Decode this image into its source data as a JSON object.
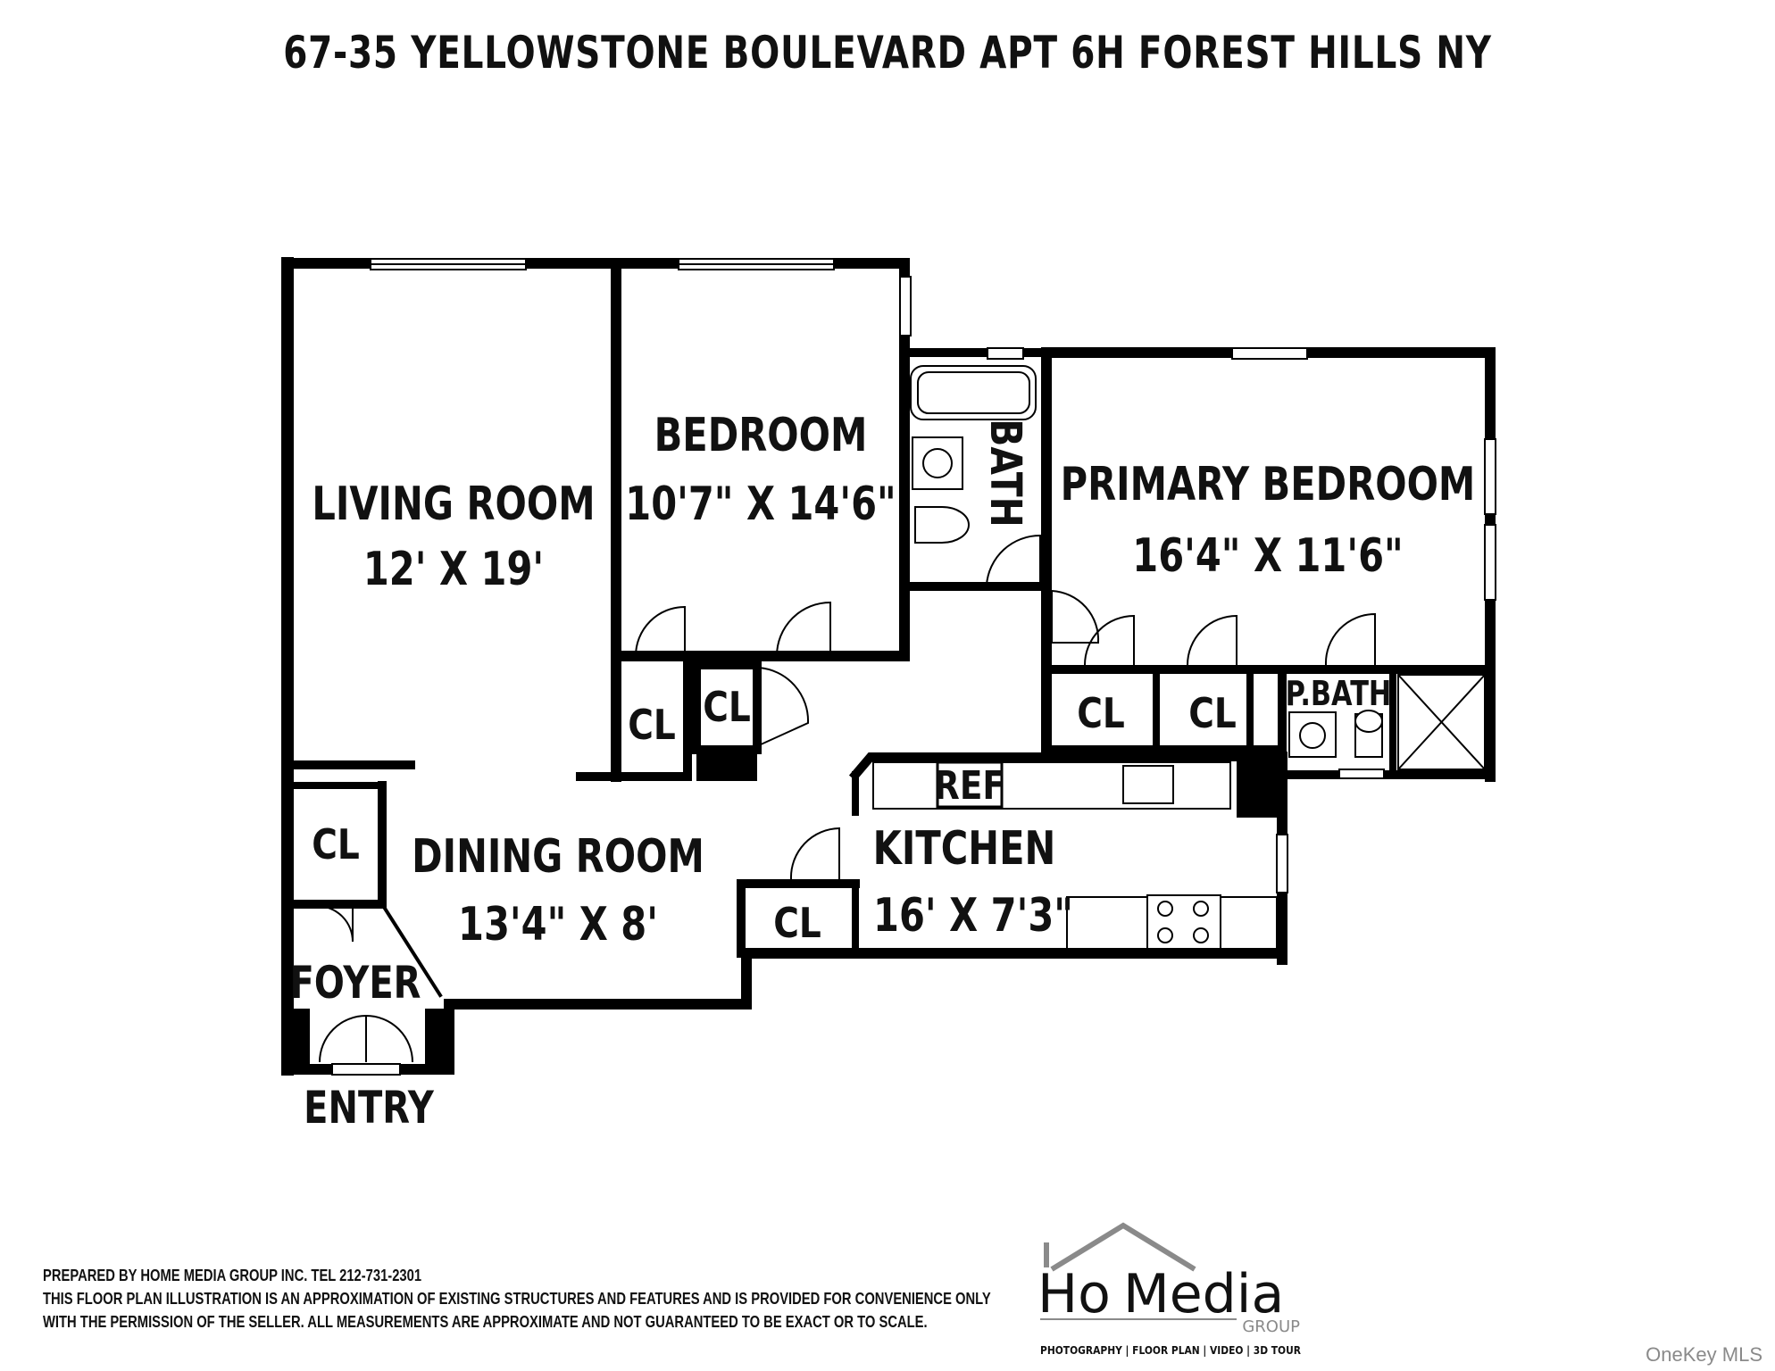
{
  "title": "67-35 YELLOWSTONE BOULEVARD APT 6H FOREST HILLS NY",
  "rooms": {
    "living_room": {
      "name": "LIVING ROOM",
      "dims": "12' X 19'"
    },
    "bedroom": {
      "name": "BEDROOM",
      "dims": "10'7\" X 14'6\""
    },
    "bath": {
      "name": "BATH"
    },
    "primary_bedroom": {
      "name": "PRIMARY BEDROOM",
      "dims": "16'4\" X 11'6\""
    },
    "dining_room": {
      "name": "DINING ROOM",
      "dims": "13'4\" X 8'"
    },
    "kitchen": {
      "name": "KITCHEN",
      "dims": "16' X 7'3\""
    },
    "foyer": {
      "name": "FOYER"
    },
    "entry": {
      "name": "ENTRY"
    },
    "p_bath": {
      "name": "P.BATH"
    },
    "refrigerator": {
      "name": "REF"
    },
    "closet_label": "CL"
  },
  "footer": {
    "line1": "PREPARED BY  HOME MEDIA GROUP INC.  TEL 212-731-2301",
    "line2": "THIS FLOOR PLAN ILLUSTRATION IS AN APPROXIMATION OF EXISTING STRUCTURES AND FEATURES AND IS PROVIDED FOR CONVENIENCE ONLY",
    "line3": "WITH THE PERMISSION OF THE SELLER. ALL MEASUREMENTS ARE APPROXIMATE AND NOT GUARANTEED TO BE EXACT OR TO SCALE."
  },
  "logo": {
    "name_part1": "Ho",
    "name_part2": "Media",
    "group": "GROUP",
    "tagline": "PHOTOGRAPHY | FLOOR PLAN | VIDEO | 3D TOUR"
  },
  "watermark": "OneKey MLS"
}
